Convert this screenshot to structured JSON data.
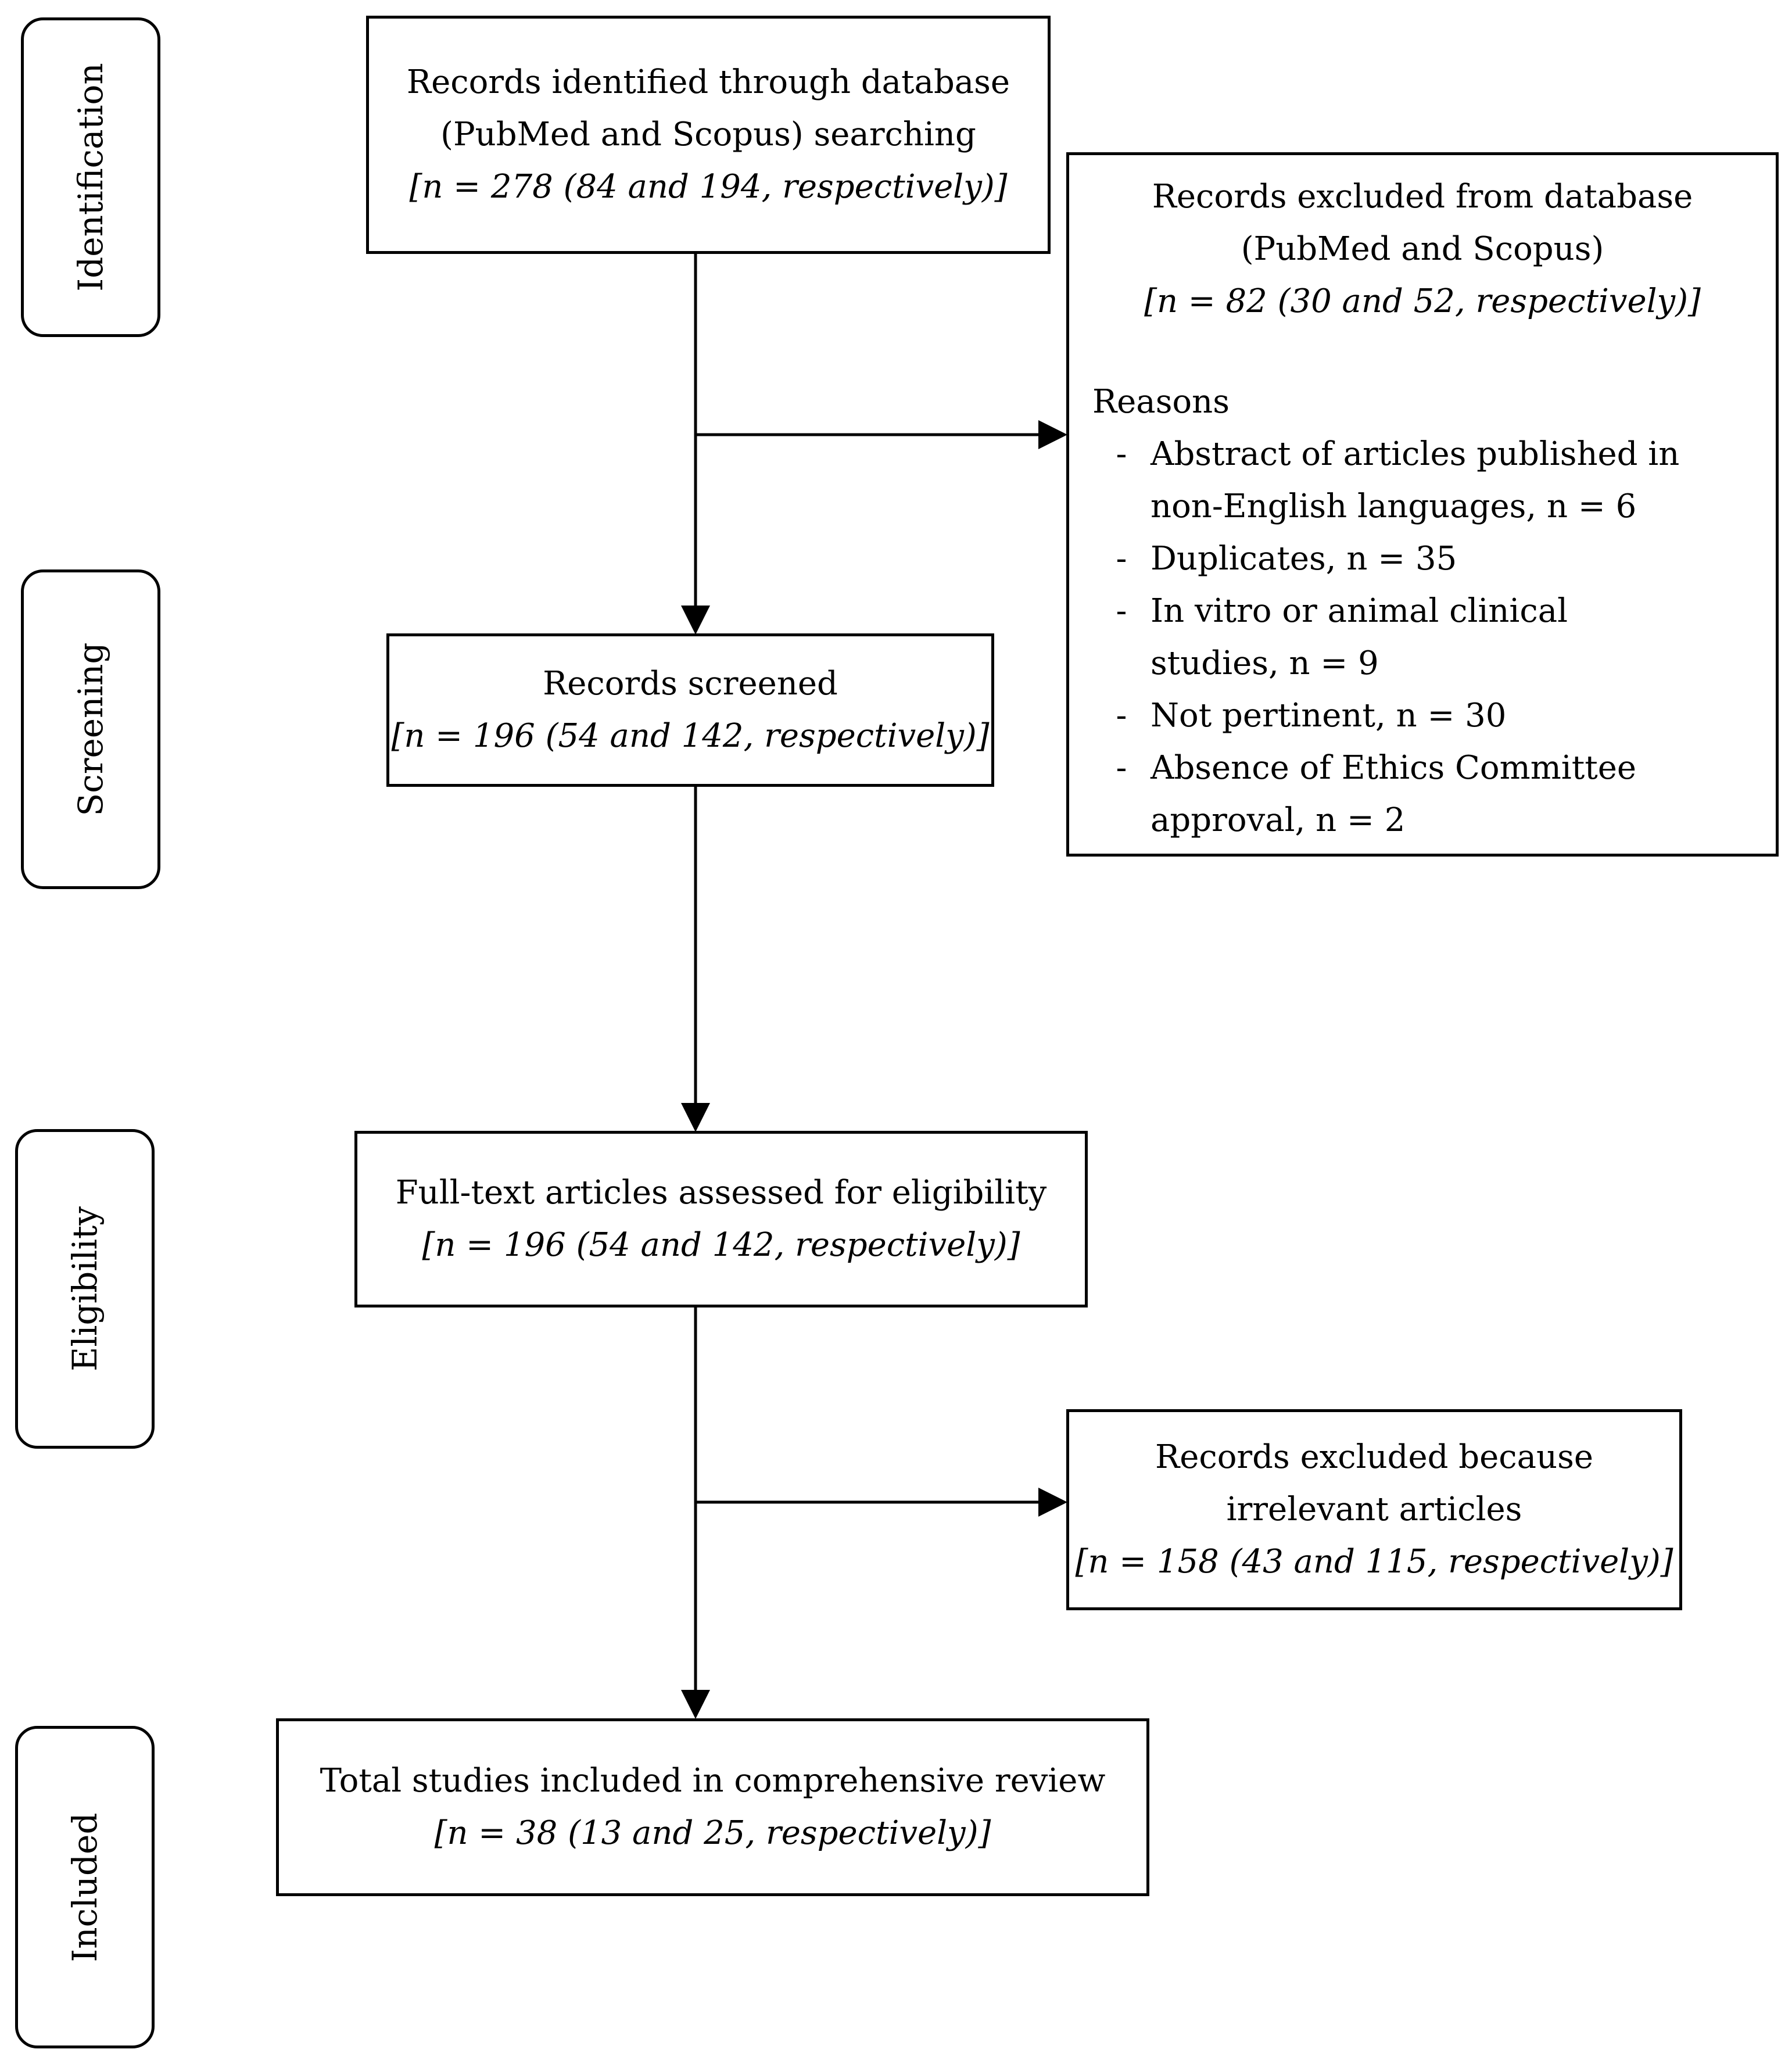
{
  "phases": {
    "identification": "Identification",
    "screening": "Screening",
    "eligibility": "Eligibility",
    "included": "Included"
  },
  "boxes": {
    "identified": {
      "line1": "Records identified through database",
      "line2": "(PubMed and Scopus) searching",
      "count": "[n = 278 (84 and 194, respectively)]"
    },
    "excluded_db": {
      "line1": "Records excluded from database",
      "line2": "(PubMed and Scopus)",
      "count": "[n = 82 (30 and 52, respectively)]",
      "reasons_title": "Reasons",
      "reasons": [
        {
          "dash": "-",
          "line1": "Abstract of articles published in",
          "line2": "non-English languages, n = 6"
        },
        {
          "dash": "-",
          "line1": "Duplicates, n = 35"
        },
        {
          "dash": "-",
          "line1": "In vitro or animal clinical",
          "line2": "studies, n = 9"
        },
        {
          "dash": "-",
          "line1": "Not pertinent, n = 30"
        },
        {
          "dash": "-",
          "line1": "Absence of Ethics Committee",
          "line2": "approval, n = 2"
        }
      ]
    },
    "screened": {
      "line1": "Records screened",
      "count": "[n = 196 (54 and 142, respectively)]"
    },
    "fulltext": {
      "line1": "Full-text articles assessed for eligibility",
      "count": "[n = 196 (54 and 142, respectively)]"
    },
    "excluded_irrelevant": {
      "line1": "Records excluded because",
      "line2": "irrelevant articles",
      "count": "[n = 158 (43 and 115, respectively)]"
    },
    "included": {
      "line1": "Total studies included in comprehensive review",
      "count": "[n = 38 (13 and 25, respectively)]"
    }
  }
}
